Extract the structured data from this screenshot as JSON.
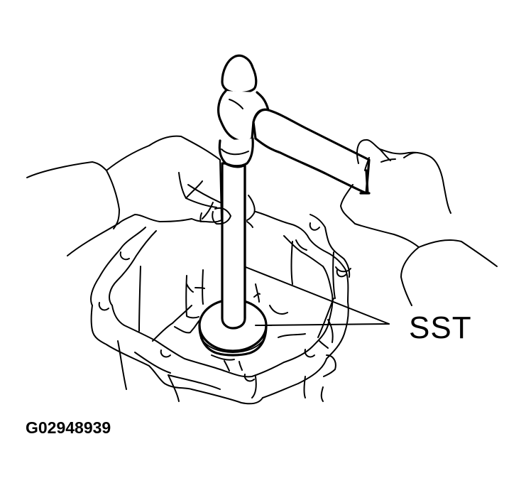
{
  "figure": {
    "id": "G02948939",
    "description": "Hands using a hammer to drive a special service tool (SST) onto a transmission case bearing/seal",
    "callouts": [
      {
        "label": "SST",
        "targets": [
          "tool-handle",
          "tool-driver-head"
        ]
      }
    ]
  },
  "colors": {
    "line": "#000000",
    "background": "#ffffff"
  }
}
